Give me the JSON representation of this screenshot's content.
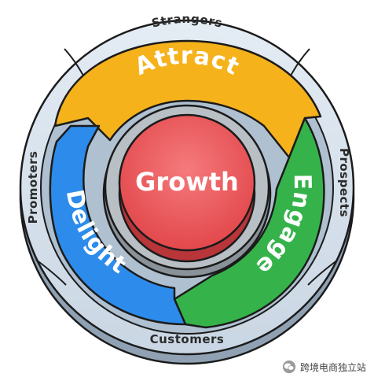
{
  "diagram": {
    "outer_ring_labels": {
      "top": "Strangers",
      "right": "Prospects",
      "bottom": "Customers",
      "left": "Promoters"
    },
    "stages": [
      {
        "id": "attract",
        "label": "Attract",
        "color": "#F5B21B"
      },
      {
        "id": "engage",
        "label": "Engage",
        "color": "#35B34A"
      },
      {
        "id": "delight",
        "label": "Delight",
        "color": "#2D8CEB"
      }
    ],
    "center": {
      "label": "Growth",
      "color": "#F0565A"
    }
  },
  "watermark": {
    "text": "跨境电商独立站"
  },
  "colors": {
    "outer_ring": "#D6E2EE",
    "ring_outline": "#1B1B1B",
    "hub_base": "#8A9299",
    "hub_rim": "#B8BFC5"
  }
}
